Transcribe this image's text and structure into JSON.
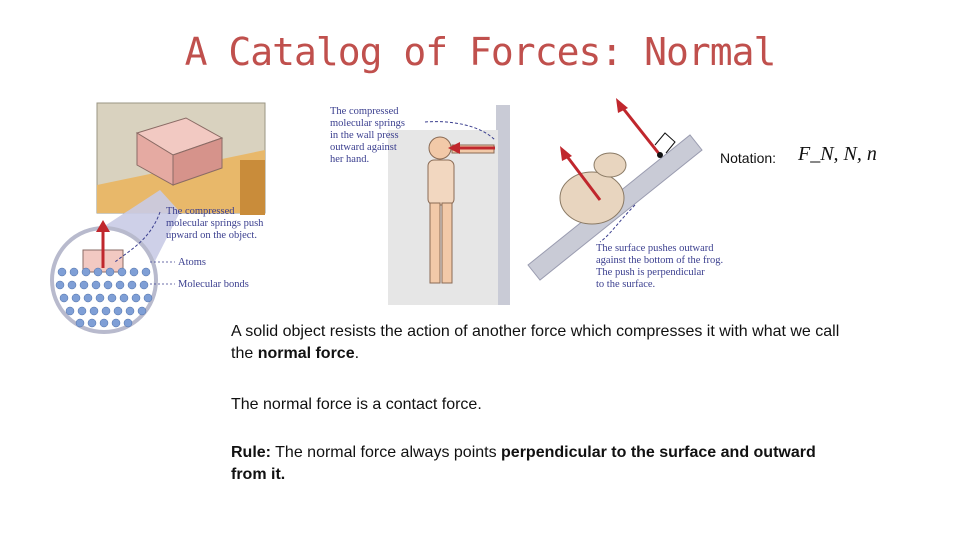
{
  "slide": {
    "title": "A Catalog of Forces: Normal"
  },
  "figure_left": {
    "caption": "The compressed molecular springs push upward on the object.",
    "caption_lines": [
      "The compressed",
      "molecular springs push",
      "upward on the object."
    ],
    "label_atoms": "Atoms",
    "label_bonds": "Molecular bonds"
  },
  "figure_middle": {
    "caption_lines": [
      "The compressed",
      "molecular springs",
      "in the wall press",
      "outward against",
      "her hand."
    ]
  },
  "figure_right": {
    "caption_lines": [
      "The surface pushes outward",
      "against the bottom of the frog.",
      "The push is perpendicular",
      "to the surface."
    ]
  },
  "notation": {
    "label": "Notation:",
    "symbols": "F_N, N, n"
  },
  "text": {
    "para1_prefix": "A solid object resists the action of another force which compresses it with what we call the ",
    "para1_bold": "normal force",
    "para1_suffix": ".",
    "para2": "The normal force is a contact force.",
    "rule_label": "Rule:",
    "rule_text": " The normal force always points ",
    "rule_bold": "perpendicular to the surface and outward from it."
  },
  "colors": {
    "title": "#c0504d",
    "arrow": "#c0272d",
    "caption": "#3b3f8f"
  }
}
